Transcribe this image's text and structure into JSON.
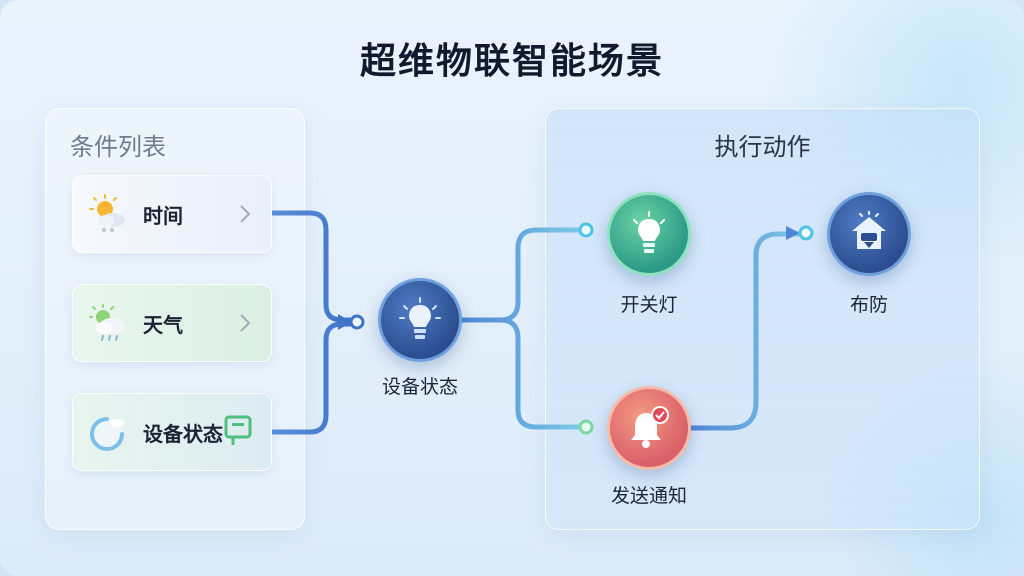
{
  "title": "超维物联智能场景",
  "conditions_panel": {
    "title": "条件列表",
    "items": [
      {
        "label": "时间",
        "icon": "sun-cloud-icon"
      },
      {
        "label": "天气",
        "icon": "sun-rain-cloud-icon"
      },
      {
        "label": "设备状态",
        "icon": "device-status-icon"
      }
    ]
  },
  "hub": {
    "label": "设备状态",
    "icon": "lightbulb-icon"
  },
  "actions_panel": {
    "title": "执行动作",
    "items": [
      {
        "label": "开关灯",
        "icon": "lightbulb-icon",
        "color": "#2c9a86"
      },
      {
        "label": "发送通知",
        "icon": "bell-icon",
        "color": "#d9606a"
      },
      {
        "label": "布防",
        "icon": "shield-home-icon",
        "color": "#2c4e90"
      }
    ]
  },
  "colors": {
    "flow_line": "#4a86d6",
    "title": "#111a2c"
  }
}
